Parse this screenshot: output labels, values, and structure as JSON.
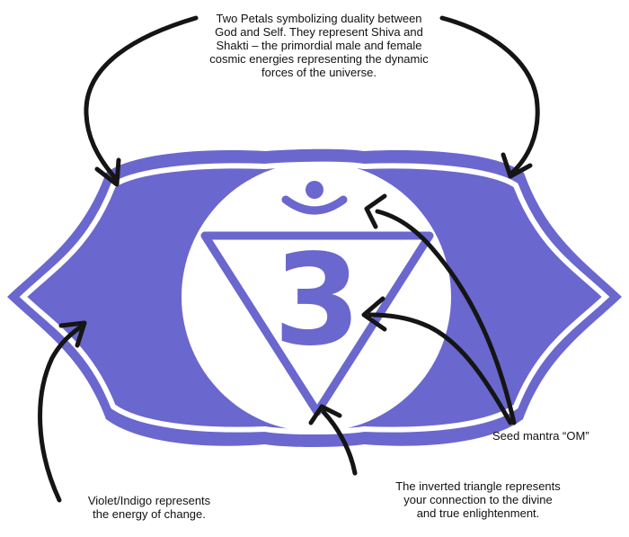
{
  "annotations": {
    "petals": {
      "lines": [
        "Two Petals symbolizing duality between",
        "God and Self. They represent Shiva and",
        "Shakti – the primordial male and female",
        "cosmic energies representing the dynamic",
        "forces of the universe."
      ]
    },
    "seed_mantra": {
      "lines": [
        "Seed mantra “OM”"
      ]
    },
    "triangle": {
      "lines": [
        "The inverted triangle represents",
        "your connection to the divine",
        "and true enlightenment."
      ]
    },
    "color": {
      "lines": [
        "Violet/Indigo represents",
        "the energy of change."
      ]
    }
  },
  "colors": {
    "indigo": "#6a67cf",
    "background": "#ffffff",
    "arrow": "#151515",
    "text": "#111111"
  },
  "symbols": {
    "seed_syllable_glyph": "3",
    "crescent_and_dot": "om-chandrabindu-icon"
  }
}
